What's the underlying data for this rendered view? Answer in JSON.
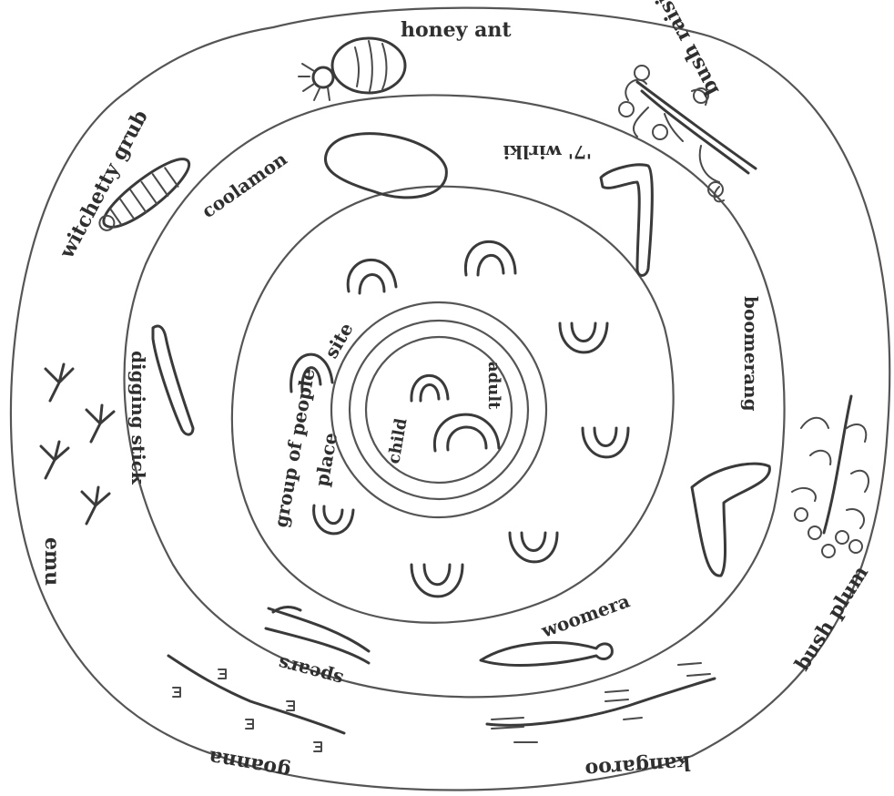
{
  "labels": {
    "honey_ant": "honey ant",
    "witchetty_grub": "witchetty grub",
    "bush_raisins": "bush raisins",
    "coolamon": "coolamon",
    "wirlki": "'7' wirlki",
    "emu": "emu",
    "digging_stick": "digging stick",
    "group_of_people": "group of people",
    "site": "site",
    "place": "place",
    "child": "child",
    "adult": "adult",
    "boomerang": "boomerang",
    "bush_plum": "bush plum",
    "woomera": "woomera",
    "spears": "spears",
    "goanna": "goanna",
    "kangaroo": "kangaroo"
  },
  "colors": {
    "ink": "#3a3a3a",
    "background": "#ffffff"
  }
}
